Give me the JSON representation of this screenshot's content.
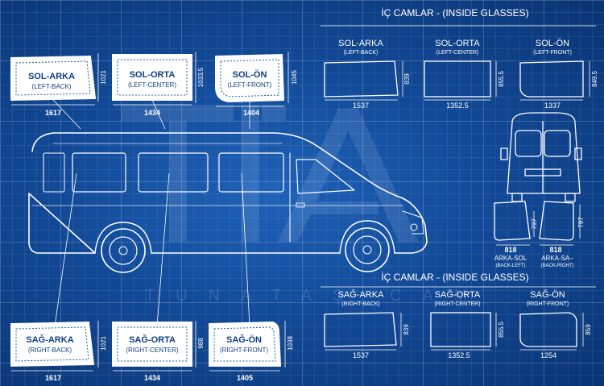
{
  "inside_top": {
    "title": "İÇ CAMLAR - (INSIDE GLASSES)",
    "panes": [
      {
        "name": "SOL-ARKA",
        "sub": "(LEFT-BACK)",
        "height": "839",
        "width": "1537"
      },
      {
        "name": "SOL-ORTA",
        "sub": "(LEFT-CENTER)",
        "height": "855.5",
        "width": "1352.5"
      },
      {
        "name": "SOL-ÖN",
        "sub": "(LEFT-FRONT)",
        "height": "849.5",
        "width": "1337"
      }
    ]
  },
  "inside_bottom": {
    "title": "İÇ CAMLAR - (INSIDE GLASSES)",
    "panes": [
      {
        "name": "SAĞ-ARKA",
        "sub": "(RIGHT-BACK)",
        "height": "839",
        "width": "1537"
      },
      {
        "name": "SAĞ-ORTA",
        "sub": "(RIGHT-CENTER)",
        "height": "855.5",
        "width": "1352.5"
      },
      {
        "name": "SAĞ-ÖN",
        "sub": "(RIGHT-FRONT)",
        "height": "859",
        "width": "1254"
      }
    ]
  },
  "outer_left": [
    {
      "name": "SOL-ARKA",
      "sub": "(LEFT-BACK)",
      "height": "1021",
      "width": "1617"
    },
    {
      "name": "SOL-ORTA",
      "sub": "(LEFT-CENTER)",
      "height": "1033.5",
      "width": "1434"
    },
    {
      "name": "SOL-ÖN",
      "sub": "(LEFT-FRONT)",
      "height": "1045",
      "width": "1404"
    }
  ],
  "outer_right": [
    {
      "name": "SAĞ-ARKA",
      "sub": "(RIGHT-BACK)",
      "height": "1021",
      "width": "1617"
    },
    {
      "name": "SAĞ-ORTA",
      "sub": "(RIGHT-CENTER)",
      "height": "988",
      "width": "1434"
    },
    {
      "name": "SAĞ-ÖN",
      "sub": "(RIGHT-FRONT)",
      "height": "1038",
      "width": "1405"
    }
  ],
  "back_glasses": [
    {
      "name": "ARKA-SOL",
      "sub": "(BACK-LEFT)",
      "height": "797",
      "width": "818"
    },
    {
      "name": "ARKA-SA–",
      "sub": "(BACK-RIGHT)",
      "height": "797",
      "width": "818"
    }
  ],
  "watermark": "TUNATAŞ CAM",
  "colors": {
    "background": "#124a98",
    "line": "#ffffff",
    "card": "#ffffff",
    "card_text": "#0d3f86"
  }
}
